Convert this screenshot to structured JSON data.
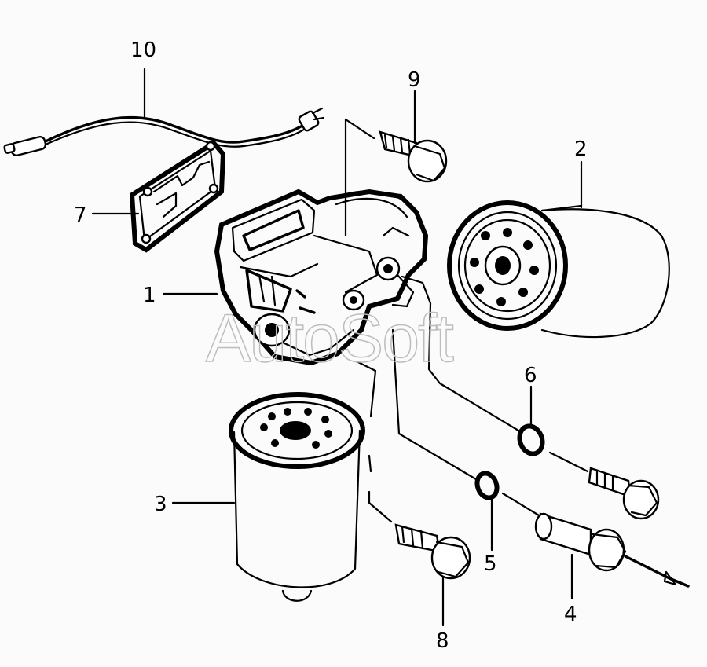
{
  "callouts": [
    {
      "id": "1",
      "text": "1"
    },
    {
      "id": "2",
      "text": "2"
    },
    {
      "id": "3",
      "text": "3"
    },
    {
      "id": "4",
      "text": "4"
    },
    {
      "id": "5",
      "text": "5"
    },
    {
      "id": "6",
      "text": "6"
    },
    {
      "id": "7",
      "text": "7"
    },
    {
      "id": "8",
      "text": "8"
    },
    {
      "id": "9",
      "text": "9"
    },
    {
      "id": "10",
      "text": "10"
    }
  ],
  "watermark": "AutoSoft"
}
